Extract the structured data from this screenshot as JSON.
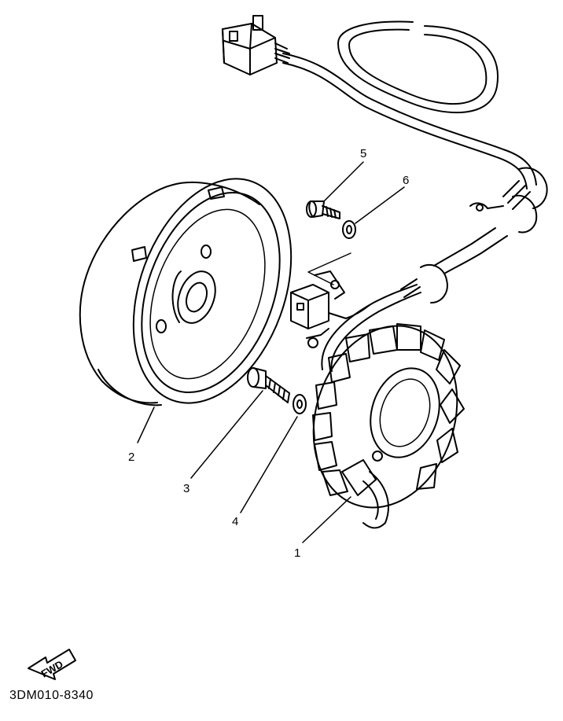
{
  "callouts": {
    "c1": "1",
    "c2": "2",
    "c3": "3",
    "c4": "4",
    "c5": "5",
    "c6": "6"
  },
  "fwd_label": "FWD",
  "part_code": "3DM010-8340"
}
